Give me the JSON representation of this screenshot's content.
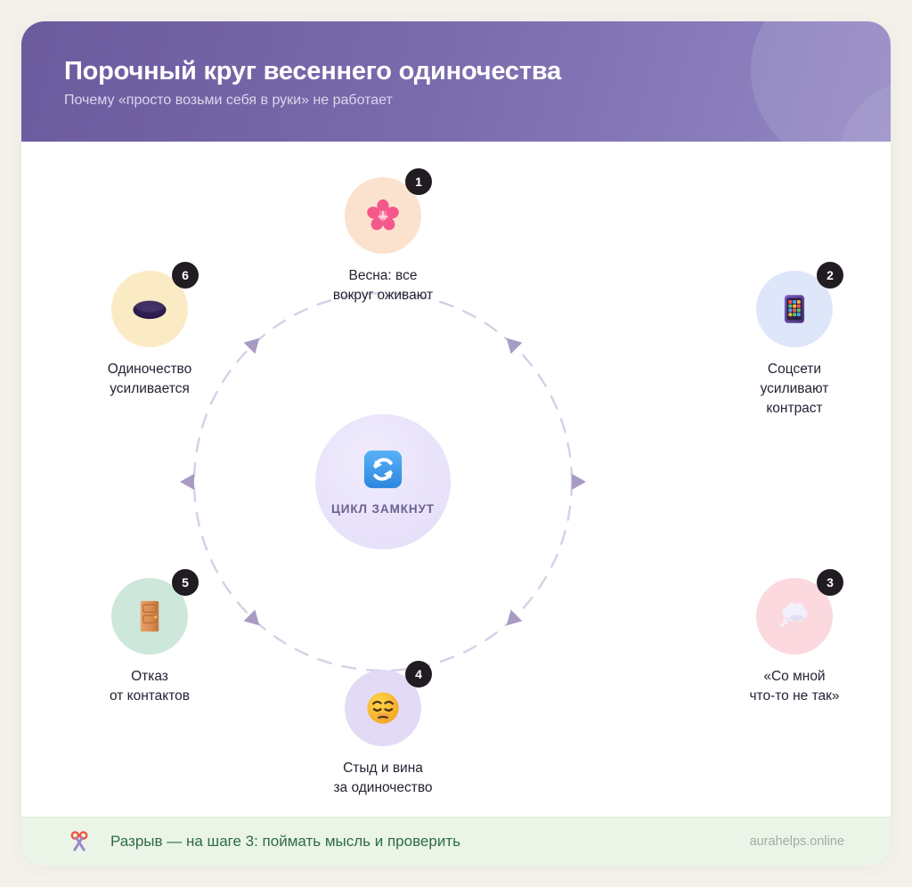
{
  "page": {
    "background_color": "#F4F1EA",
    "card_background": "#FFFFFF"
  },
  "header": {
    "title": "Порочный круг весеннего одиночества",
    "subtitle": "Почему «просто возьми себя в руки» не работает",
    "gradient_from": "#6B5B9E",
    "gradient_to": "#9287C4",
    "title_color": "#FFFFFF",
    "subtitle_color": "#DCD6EC"
  },
  "hub": {
    "label": "ЦИКЛ ЗАМКНУТ",
    "icon": "refresh-cycle-icon",
    "icon_color": "#3B9BEF",
    "bubble_color": "#E8E2FA",
    "label_color": "#6B6190"
  },
  "cycle": {
    "direction": "clockwise",
    "ring_style": "dashed",
    "ring_color": "#D6CFE6",
    "arrow_color": "#A79BC4",
    "arrow_count": 6,
    "nodes": [
      {
        "number": "1",
        "label": "Весна: все\nвокруг оживают",
        "icon": "cherry-blossom-icon",
        "bubble_color": "#FBE2CF",
        "position": "top"
      },
      {
        "number": "2",
        "label": "Соцсети\nусиливают\nконтраст",
        "icon": "mobile-phone-icon",
        "bubble_color": "#DEE6FA",
        "position": "top-right"
      },
      {
        "number": "3",
        "label": "«Со мной\nчто-то не так»",
        "icon": "thought-balloon-icon",
        "bubble_color": "#FBD9DF",
        "position": "bottom-right"
      },
      {
        "number": "4",
        "label": "Стыд и вина\nза одиночество",
        "icon": "pensive-face-icon",
        "bubble_color": "#E3DBF6",
        "position": "bottom"
      },
      {
        "number": "5",
        "label": "Отказ\nот контактов",
        "icon": "door-icon",
        "bubble_color": "#CDE7DA",
        "position": "bottom-left"
      },
      {
        "number": "6",
        "label": "Одиночество\nусиливается",
        "icon": "hole-icon",
        "bubble_color": "#FBEBC5",
        "position": "top-left"
      }
    ]
  },
  "footer": {
    "icon": "scissors-icon",
    "text": "Разрыв — на шаге 3: поймать мысль и проверить",
    "site": "aurahelps.online",
    "background_color": "#EAF5E8",
    "text_color": "#2E6B45",
    "site_color": "#9FAE9F"
  }
}
